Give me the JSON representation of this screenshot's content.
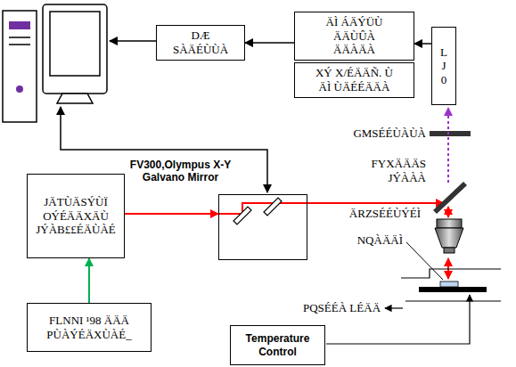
{
  "diagram": {
    "nodes": [
      {
        "text": [
          "DÆ SÀÄÉÙÙÀ"
        ]
      },
      {
        "text": [
          "ÄÌ ÁÄÝÜÙ ÄÄÙÛÀ ÄÄÀÄÀ"
        ]
      },
      {
        "text": [
          "L J 0"
        ]
      },
      {
        "text": [
          "XÝ X/ÉÄÄÑ. Ù ÄÌ ÙÄÉÉÄÄÀ"
        ]
      },
      {
        "text": [
          "FV300,Olympus X-Y Galvano Mirror"
        ]
      },
      {
        "text": [
          "JÄTÙÄSÝÙÏ OÝÉÄÄXÄÙ JÝÀB££ÉÄÙÀÉ"
        ]
      },
      {
        "text": [
          "FLNNI ¹98 ÄÄÄ PÙÀÝÉÄXÙÀÉ_"
        ]
      },
      {
        "text": [
          "Temperature Control"
        ]
      }
    ],
    "edges": [
      {
        "from": 2,
        "to": 1,
        "arrow": "to"
      },
      {
        "from": 1,
        "to": 0,
        "arrow": "to"
      },
      {
        "from": 6,
        "to": 5,
        "arrow": "to"
      },
      {
        "from": 5,
        "to": 4,
        "arrow": "to"
      }
    ],
    "labels": [
      "GMSÉÉÙÀÙÀ",
      "FYXÄÄÄS JÝÀÀÀ",
      "ÄRZSÉÉÙÝÉÌ",
      "NQÀÄÄÌ",
      "PQSÉÉÀ LÉÄÄ"
    ]
  }
}
